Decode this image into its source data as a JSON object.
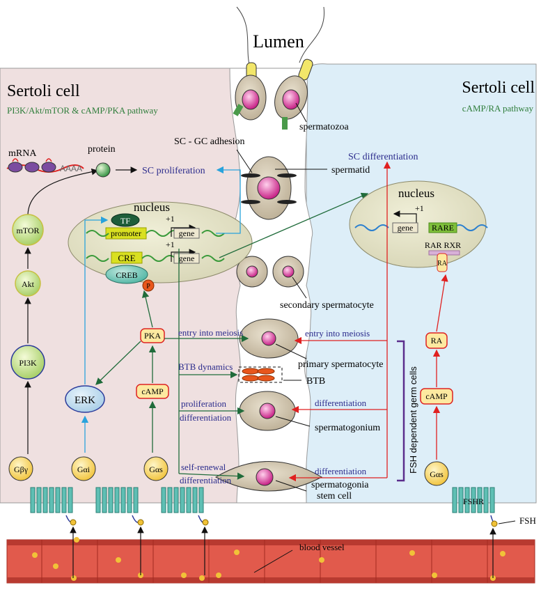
{
  "lumen": "Lumen",
  "left_cell": {
    "title": "Sertoli cell",
    "subtitle": "PI3K/Akt/mTOR & cAMP/PKA pathway",
    "mrna": "mRNA",
    "polya": "AAAA",
    "protein": "protein",
    "sc_proliferation": "SC proliferation",
    "nucleus": "nucleus",
    "tf": "TF",
    "promoter": "promoter",
    "plus1_a": "+1",
    "gene_a": "gene",
    "cre": "CRE",
    "creb": "CREB",
    "p": "P",
    "plus1_b": "+1",
    "gene_b": "gene",
    "mtor": "mTOR",
    "akt": "Akt",
    "pi3k": "PI3K",
    "erk": "ERK",
    "pka": "PKA",
    "camp": "cAMP",
    "gby": "Gβγ",
    "gai": "Gαi",
    "gas": "Gαs"
  },
  "right_cell": {
    "title": "Sertoli cell",
    "subtitle": "cAMP/RA pathway",
    "sc_differentiation": "SC differentiation",
    "nucleus": "nucleus",
    "plus1": "+1",
    "gene": "gene",
    "rare": "RARE",
    "rar_rxr": "RAR RXR",
    "ra_bound": "RA",
    "ra": "RA",
    "camp": "cAMP",
    "gas": "Gαs",
    "fshr": "FSHR",
    "fsh": "FSH"
  },
  "germ": {
    "spermatozoa": "spermatozoa",
    "adhesion": "SC - GC adhesion",
    "spermatid": "spermatid",
    "secondary": "secondary spermatocyte",
    "primary": "primary spermatocyte",
    "btb": "BTB",
    "spermatogonium": "spermatogonium",
    "stem_line1": "spermatogonia",
    "stem_line2": "stem cell",
    "fsh_dependent": "FSH dependent germ cells"
  },
  "arrows": {
    "entry_left": "entry into meiosis",
    "btb_dynamics": "BTB dynamics",
    "prolif": "proliferation",
    "diff_left": "differentiation",
    "self_renewal": "self-renewal",
    "diff_left2": "differentiation",
    "entry_right": "entry into meiosis",
    "diff_right1": "differentiation",
    "diff_right2": "differentiation"
  },
  "blood_vessel": "blood vessel",
  "colors": {
    "left_bg": "#efe0e0",
    "right_bg": "#ddeef8",
    "green_arrow": "#1f6b3a",
    "blue_arrow": "#29a3dc",
    "red_arrow": "#e02020",
    "text_blue": "#2b2b8c",
    "text_green": "#2e7d3a",
    "vessel": "#d8453c",
    "receptor": "#5fbfb4"
  }
}
